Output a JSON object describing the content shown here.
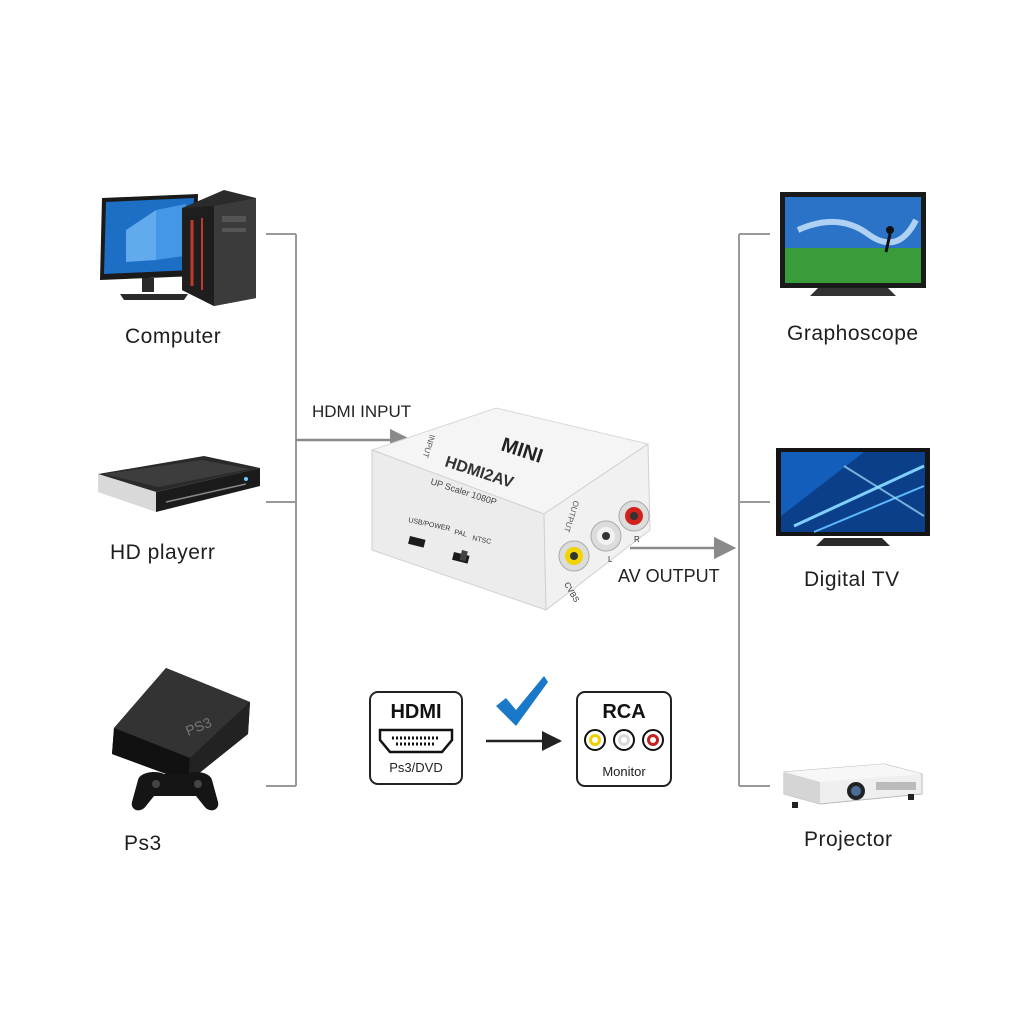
{
  "inputs": [
    {
      "label": "Computer",
      "icon": "computer-tower-icon"
    },
    {
      "label": "HD playerr",
      "icon": "blu-ray-player-icon"
    },
    {
      "label": "Ps3",
      "icon": "game-console-icon"
    }
  ],
  "outputs": [
    {
      "label": "Graphoscope",
      "icon": "television-icon"
    },
    {
      "label": "Digital  TV",
      "icon": "digital-tv-icon"
    },
    {
      "label": "Projector",
      "icon": "projector-icon"
    }
  ],
  "flow": {
    "input_label": "HDMI INPUT",
    "output_label": "AV OUTPUT"
  },
  "device": {
    "brand": "MINI",
    "model": "HDMI2AV",
    "subtitle": "UP Scaler 1080P",
    "port_input": "INPUT",
    "port_output": "OUTPUT",
    "port_usb": "USB/POWER",
    "switch_pal": "PAL",
    "switch_ntsc": "NTSC",
    "jack_cvbs": "CVBS",
    "jack_l": "L",
    "jack_r": "R"
  },
  "conversion": {
    "hdmi_title": "HDMI",
    "hdmi_caption": "Ps3/DVD",
    "rca_title": "RCA",
    "rca_caption": "Monitor"
  },
  "colors": {
    "line": "#9a9a9a",
    "check": "#1a78c8",
    "rca_yellow": "#f0d000",
    "rca_white": "#d8d8d8",
    "rca_red": "#c8201c"
  }
}
